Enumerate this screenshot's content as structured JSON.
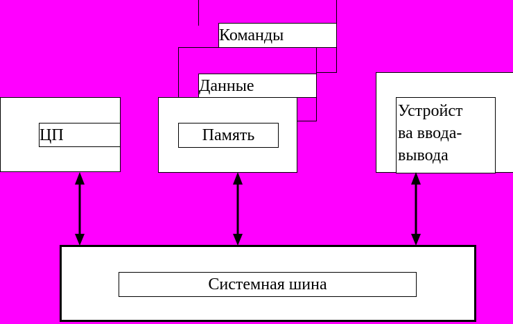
{
  "diagram": {
    "background_color": "#ff00ff",
    "nodes": {
      "cpu": {
        "label": "ЦП"
      },
      "memory": {
        "label": "Память"
      },
      "data": {
        "label": "Данные"
      },
      "commands": {
        "label": "Команды"
      },
      "io": {
        "label_lines": [
          "Устройст",
          "ва ввода-",
          "вывода"
        ]
      },
      "bus": {
        "label": "Системная шина"
      }
    },
    "edges": [
      {
        "from": "cpu",
        "to": "bus",
        "kind": "bidirectional-arrow"
      },
      {
        "from": "memory",
        "to": "bus",
        "kind": "bidirectional-arrow"
      },
      {
        "from": "io",
        "to": "bus",
        "kind": "bidirectional-arrow"
      }
    ]
  }
}
